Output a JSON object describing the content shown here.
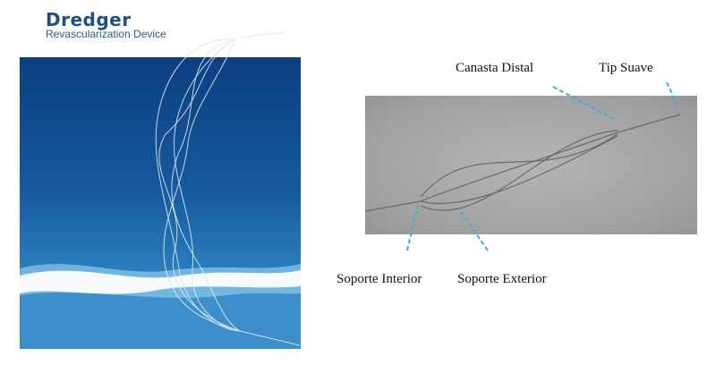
{
  "left_panel": {
    "brand": "Dredger",
    "subtitle": "Revascularization Device"
  },
  "right_panel": {
    "labels": {
      "canasta_distal": "Canasta Distal",
      "tip_suave": "Tip Suave",
      "soporte_interior": "Soporte Interior",
      "soporte_exterior": "Soporte Exterior"
    },
    "arrow_color": "#3ab0d8"
  }
}
